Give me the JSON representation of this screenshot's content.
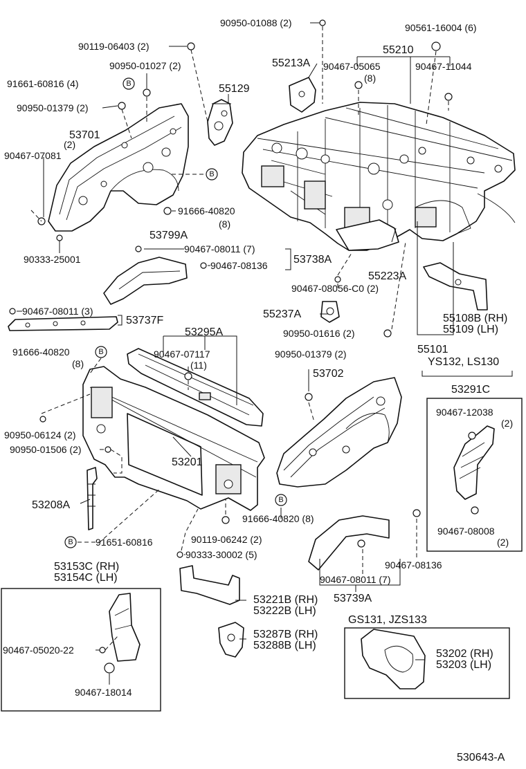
{
  "labels": {
    "l01": "90950-01088 (2)",
    "l02": "90561-16004 (6)",
    "l03": "90119-06403 (2)",
    "l04": "90950-01027 (2)",
    "l05": "55210",
    "l06": "55213A",
    "l07": "90467-05065",
    "l08": "90467-11044",
    "l09": "(8)",
    "l10": "91661-60816 (4)",
    "l11": "55129",
    "l12": "90950-01379 (2)",
    "l13": "53701",
    "l14": "(2)",
    "l15": "90467-07081",
    "l16": "91666-40820",
    "l17": "(8)",
    "l18": "53799A",
    "l19": "90333-25001",
    "l20": "90467-08011 (7)",
    "l21": "90467-08136",
    "l22": "53738A",
    "l23": "55223A",
    "l24": "90467-08056-C0 (2)",
    "l25": "55237A",
    "l26": "55108B (RH)",
    "l27": "55109   (LH)",
    "l28": "90467-08011 (3)",
    "l29": "53737F",
    "l30": "90950-01616 (2)",
    "l31": "55101",
    "l32": "53295A",
    "l33": "YS132, LS130",
    "l34": "91666-40820",
    "l35": "(8)",
    "l36": "90467-07117",
    "l37": "(11)",
    "l38": "90950-01379 (2)",
    "l39": "53291C",
    "l40": "53702",
    "l41": "90467-12038",
    "l42": "(2)",
    "l43": "90950-06124 (2)",
    "l44": "90950-01506 (2)",
    "l45": "53201",
    "l46": "53208A",
    "l47": "91666-40820 (8)",
    "l48": "90467-08008",
    "l49": "(2)",
    "l50": "91651-60816",
    "l51": "90119-06242 (2)",
    "l52": "90333-30002 (5)",
    "l53": "90467-08136",
    "l54": "53153C (RH)",
    "l55": "53154C (LH)",
    "l56": "90467-08011 (7)",
    "l57": "53739A",
    "l58": "53221B (RH)",
    "l59": "53222B (LH)",
    "l60": "GS131, JZS133",
    "l61": "90467-05020-22",
    "l62": "53287B (RH)",
    "l63": "53288B (LH)",
    "l64": "53202 (RH)",
    "l65": "53203 (LH)",
    "l66": "90467-18014",
    "l67": "530643-A"
  },
  "callout_letter": "B"
}
